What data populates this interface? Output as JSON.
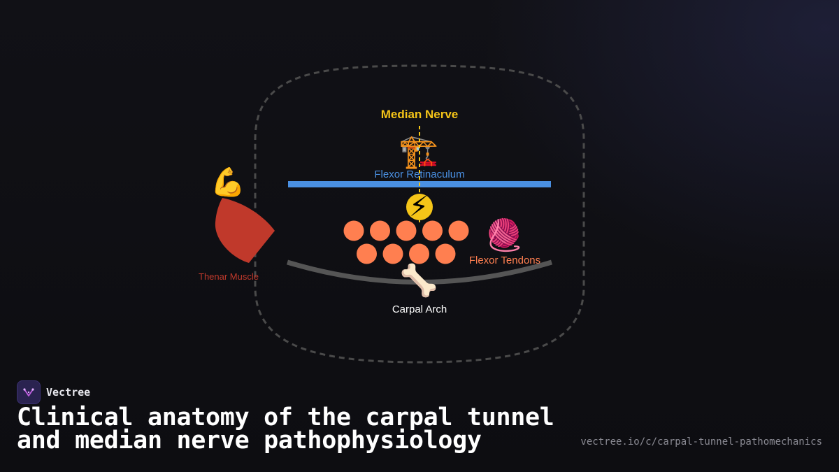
{
  "diagram": {
    "labels": {
      "median_nerve": "Median Nerve",
      "flexor_retinaculum": "Flexor Retinaculum",
      "thenar_muscle": "Thenar Muscle",
      "flexor_tendons": "Flexor Tendons",
      "carpal_arch": "Carpal Arch"
    },
    "icons": {
      "crane": "🏗️",
      "muscle": "💪",
      "lightning": "⚡",
      "yarn": "🧶",
      "bone": "🦴"
    },
    "colors": {
      "median_nerve": "#f5c518",
      "flexor_retinaculum": "#4a90e2",
      "thenar_muscle": "#c0392b",
      "flexor_tendons": "#ff7f50",
      "carpal_arch": "#555555",
      "tunnel_outline": "#4a4a4a"
    }
  },
  "brand": {
    "name": "Vectree"
  },
  "title": {
    "line1": "Clinical anatomy of the carpal tunnel",
    "line2": "and median nerve pathophysiology"
  },
  "url": "vectree.io/c/carpal-tunnel-pathomechanics"
}
